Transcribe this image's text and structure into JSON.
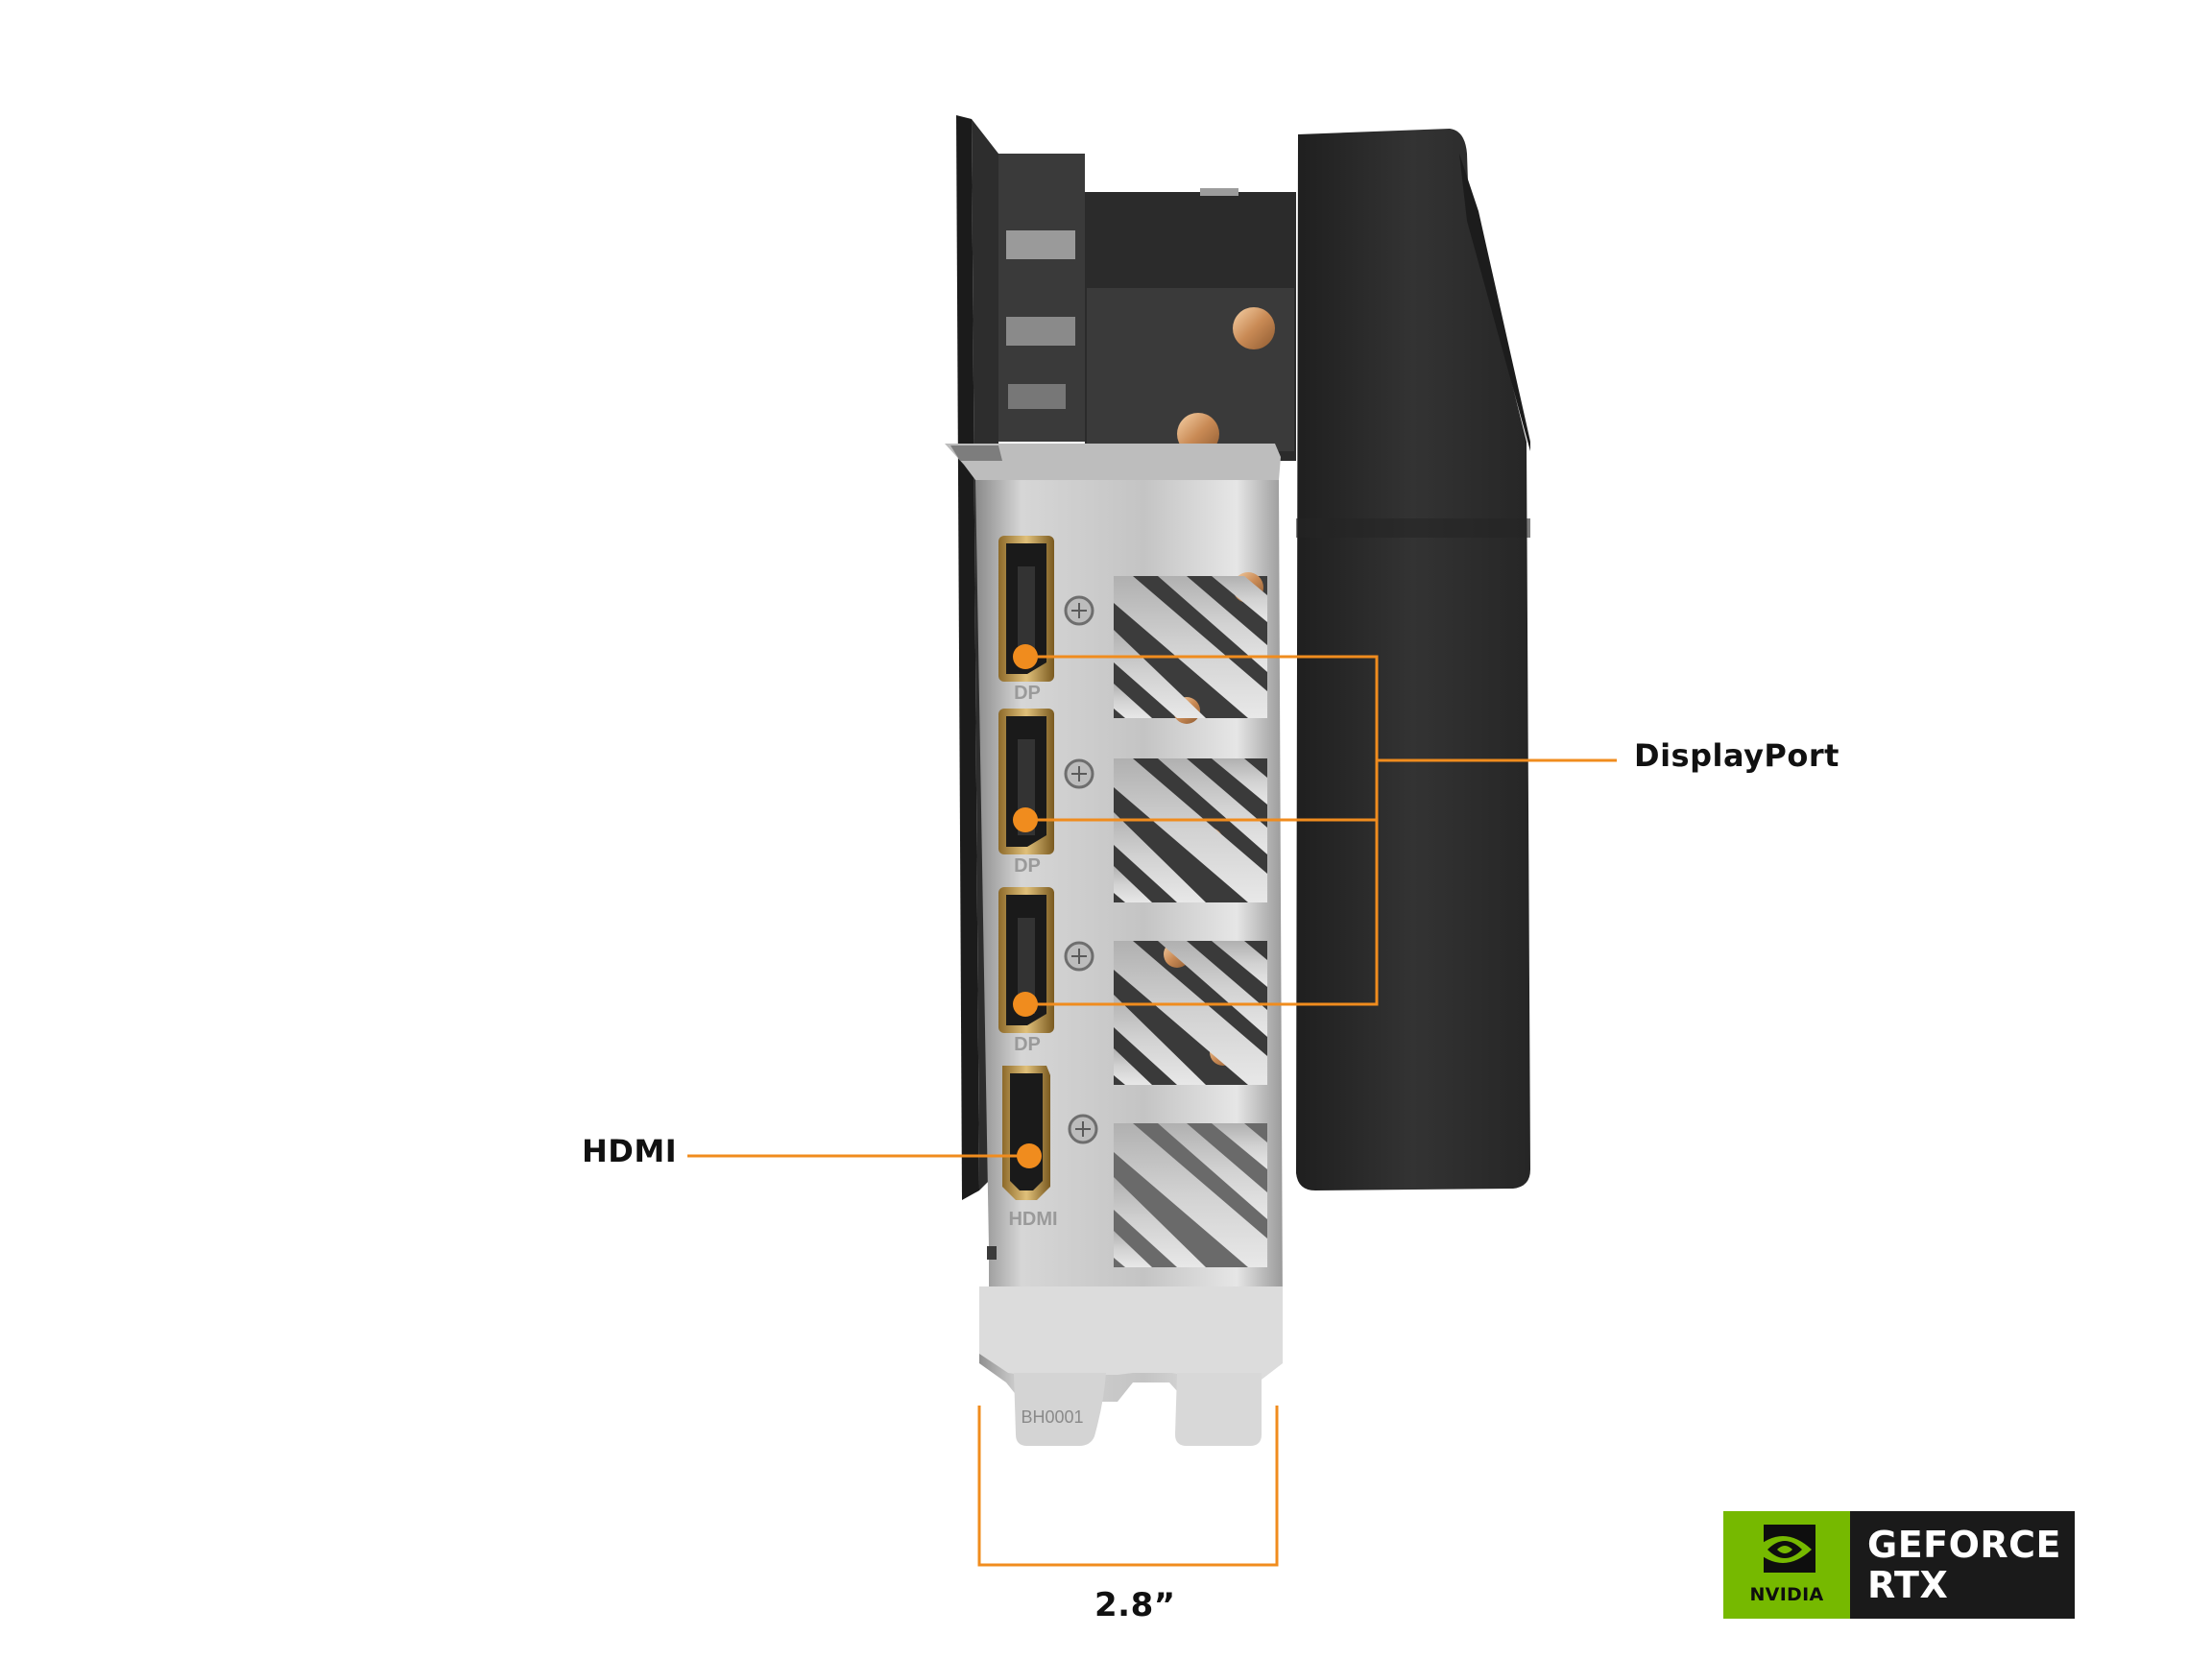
{
  "callouts": {
    "displayport": "DisplayPort",
    "hdmi": "HDMI",
    "width": "2.8”"
  },
  "bracket": {
    "port_labels": [
      "DP",
      "DP",
      "DP",
      "HDMI"
    ],
    "part_code": "BH0001"
  },
  "badge": {
    "brand": "NVIDIA",
    "line1": "GEFORCE",
    "line2": "RTX"
  },
  "colors": {
    "accent": "#f08c1e",
    "nvidia_green": "#76b900",
    "badge_black": "#1a1a1a",
    "shroud": "#2e2e2e",
    "bracket": "#c9c9c9"
  }
}
